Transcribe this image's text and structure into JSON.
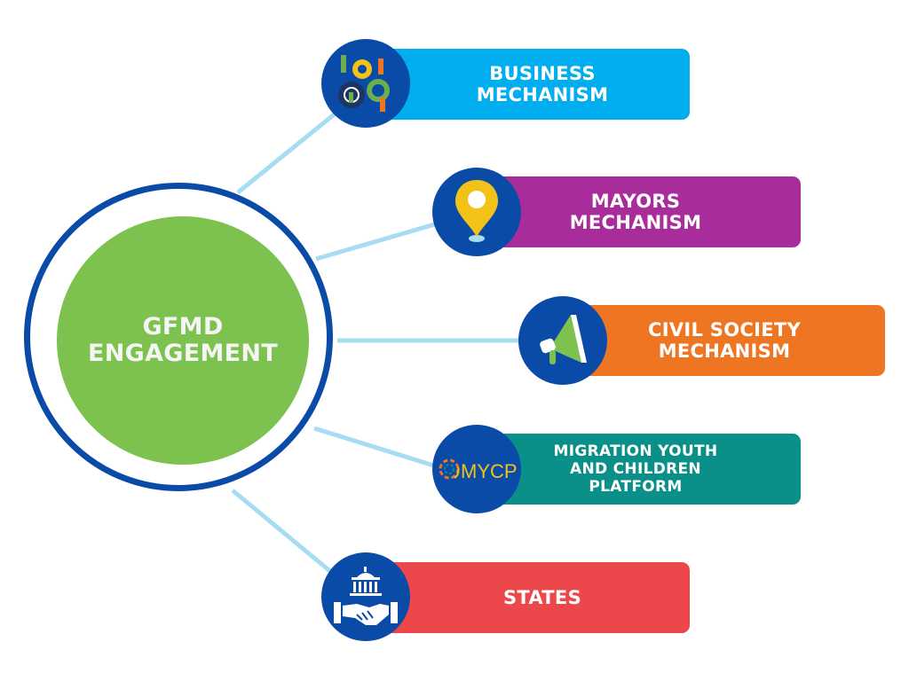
{
  "hub": {
    "line1": "GFMD",
    "line2": "ENGAGEMENT",
    "ring_color": "#0a4ba8",
    "fill_color": "#7dc24f"
  },
  "connector_color": "#a8dcf2",
  "nodes": [
    {
      "label": "BUSINESS\nMECHANISM",
      "color": "#00aeef",
      "icon": "gears-teamwork-icon"
    },
    {
      "label": "MAYORS\nMECHANISM",
      "color": "#a92c9b",
      "icon": "map-pin-icon"
    },
    {
      "label": "CIVIL SOCIETY\nMECHANISM",
      "color": "#ee7623",
      "icon": "megaphone-icon"
    },
    {
      "label": "MIGRATION YOUTH\nAND CHILDREN\nPLATFORM",
      "color": "#0b9089",
      "icon": "mycp-logo-icon",
      "logo_text": "MYCP"
    },
    {
      "label": "STATES",
      "color": "#ec474b",
      "icon": "government-handshake-icon"
    }
  ]
}
